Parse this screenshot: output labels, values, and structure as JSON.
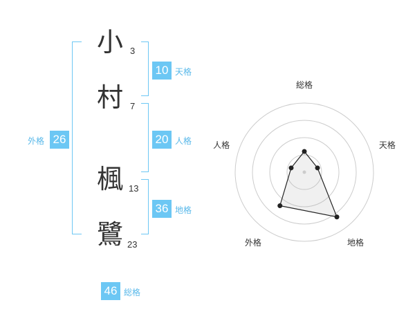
{
  "name_chars": [
    {
      "char": "小",
      "strokes": "3"
    },
    {
      "char": "村",
      "strokes": "7"
    },
    {
      "char": "楓",
      "strokes": "13"
    },
    {
      "char": "鷺",
      "strokes": "23"
    }
  ],
  "fortune": {
    "tenkaku": {
      "value": "10",
      "label": "天格"
    },
    "jinkaku": {
      "value": "20",
      "label": "人格"
    },
    "chikaku": {
      "value": "36",
      "label": "地格"
    },
    "gaikaku": {
      "value": "26",
      "label": "外格"
    },
    "soukaku": {
      "value": "46",
      "label": "総格"
    }
  },
  "colors": {
    "accent": "#6cc7f4",
    "accent_text": "#5ab9ea"
  },
  "chart_data": {
    "type": "radar",
    "axes": [
      "総格",
      "天格",
      "地格",
      "外格",
      "人格"
    ],
    "values": [
      1.5,
      1,
      4,
      3,
      1
    ],
    "rlim": [
      0,
      5
    ],
    "rings": 4
  }
}
